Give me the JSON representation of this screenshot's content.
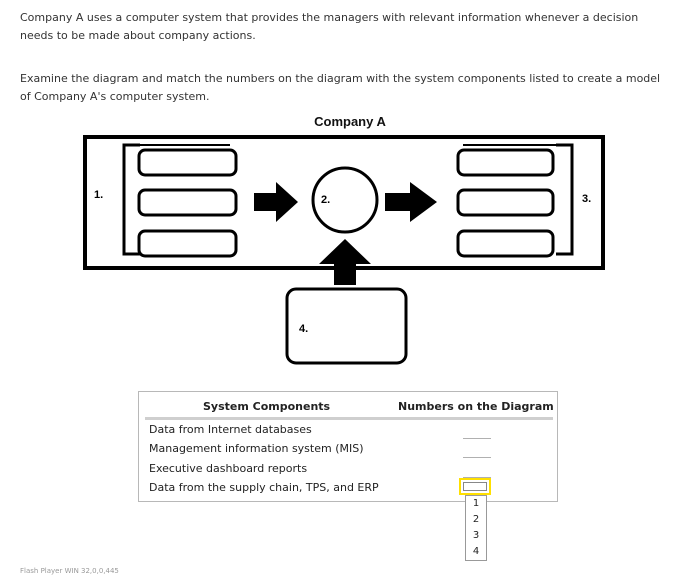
{
  "intro": {
    "paragraph1": "Company A uses a computer system that provides the managers with relevant information whenever a decision needs to be made about company actions.",
    "paragraph2": "Examine the diagram and match the numbers on the diagram with the system components listed to create a model of Company A's computer system."
  },
  "diagram": {
    "title": "Company A",
    "labels": [
      "1.",
      "2.",
      "3.",
      "4."
    ]
  },
  "components_table": {
    "col_components": "System Components",
    "col_numbers": "Numbers on the Diagram",
    "rows": [
      {
        "label": "Data from Internet databases",
        "value": ""
      },
      {
        "label": "Management information system (MIS)",
        "value": ""
      },
      {
        "label": "Executive dashboard reports",
        "value": ""
      },
      {
        "label": "Data from the supply chain, TPS, and ERP",
        "value": ""
      }
    ]
  },
  "dropdown": {
    "options": [
      "1",
      "2",
      "3",
      "4"
    ]
  },
  "footer": {
    "player_version": "Flash Player WIN 32,0,0,445"
  },
  "colors": {
    "focus_highlight": "#ffe000",
    "diagram_stroke": "#000000",
    "table_border": "#b8b8b8"
  }
}
